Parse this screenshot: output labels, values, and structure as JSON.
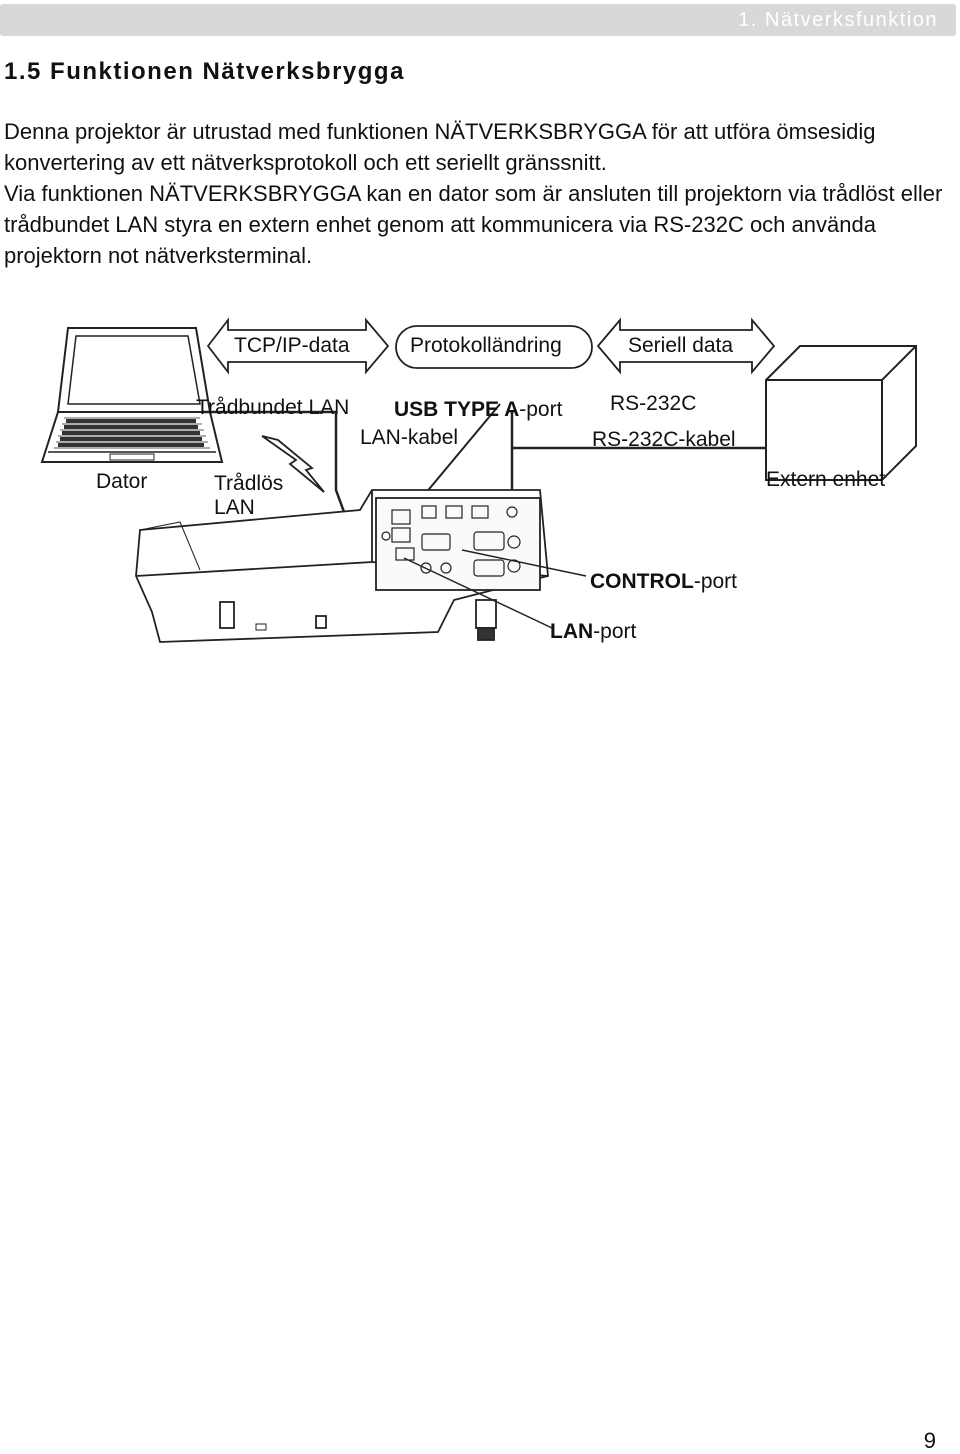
{
  "header": {
    "section_label": "1. Nätverksfunktion"
  },
  "section": {
    "title": "1.5 Funktionen Nätverksbrygga"
  },
  "body": {
    "paragraph1": "Denna projektor är utrustad med funktionen NÄTVERKSBRYGGA för att utföra ömsesidig konvertering av ett nätverksprotokoll och ett seriellt gränssnitt.",
    "paragraph2": "Via funktionen NÄTVERKSBRYGGA kan en dator som är ansluten till projektorn via trådlöst eller trådbundet LAN styra en extern enhet genom att kommunicera via RS-232C och använda projektorn not nätverksterminal."
  },
  "diagram": {
    "arrow_tcpip": "TCP/IP-data",
    "arrow_protocol": "Protokolländring",
    "arrow_serial": "Seriell data",
    "computer_label": "Dator",
    "wired_lan_label": "Trådbundet LAN",
    "usb_port_bold": "USB TYPE A",
    "usb_port_suffix": "-port",
    "lan_cable_label": "LAN-kabel",
    "rs232c_label": "RS-232C",
    "rs232c_cable_label": "RS-232C-kabel",
    "external_device_label": "Extern enhet",
    "wireless_lan_label_line1": "Trådlös",
    "wireless_lan_label_line2": "LAN",
    "control_port_bold": "CONTROL",
    "control_port_suffix": "-port",
    "lan_port_bold": "LAN",
    "lan_port_suffix": "-port"
  },
  "footer": {
    "page_number": "9"
  }
}
